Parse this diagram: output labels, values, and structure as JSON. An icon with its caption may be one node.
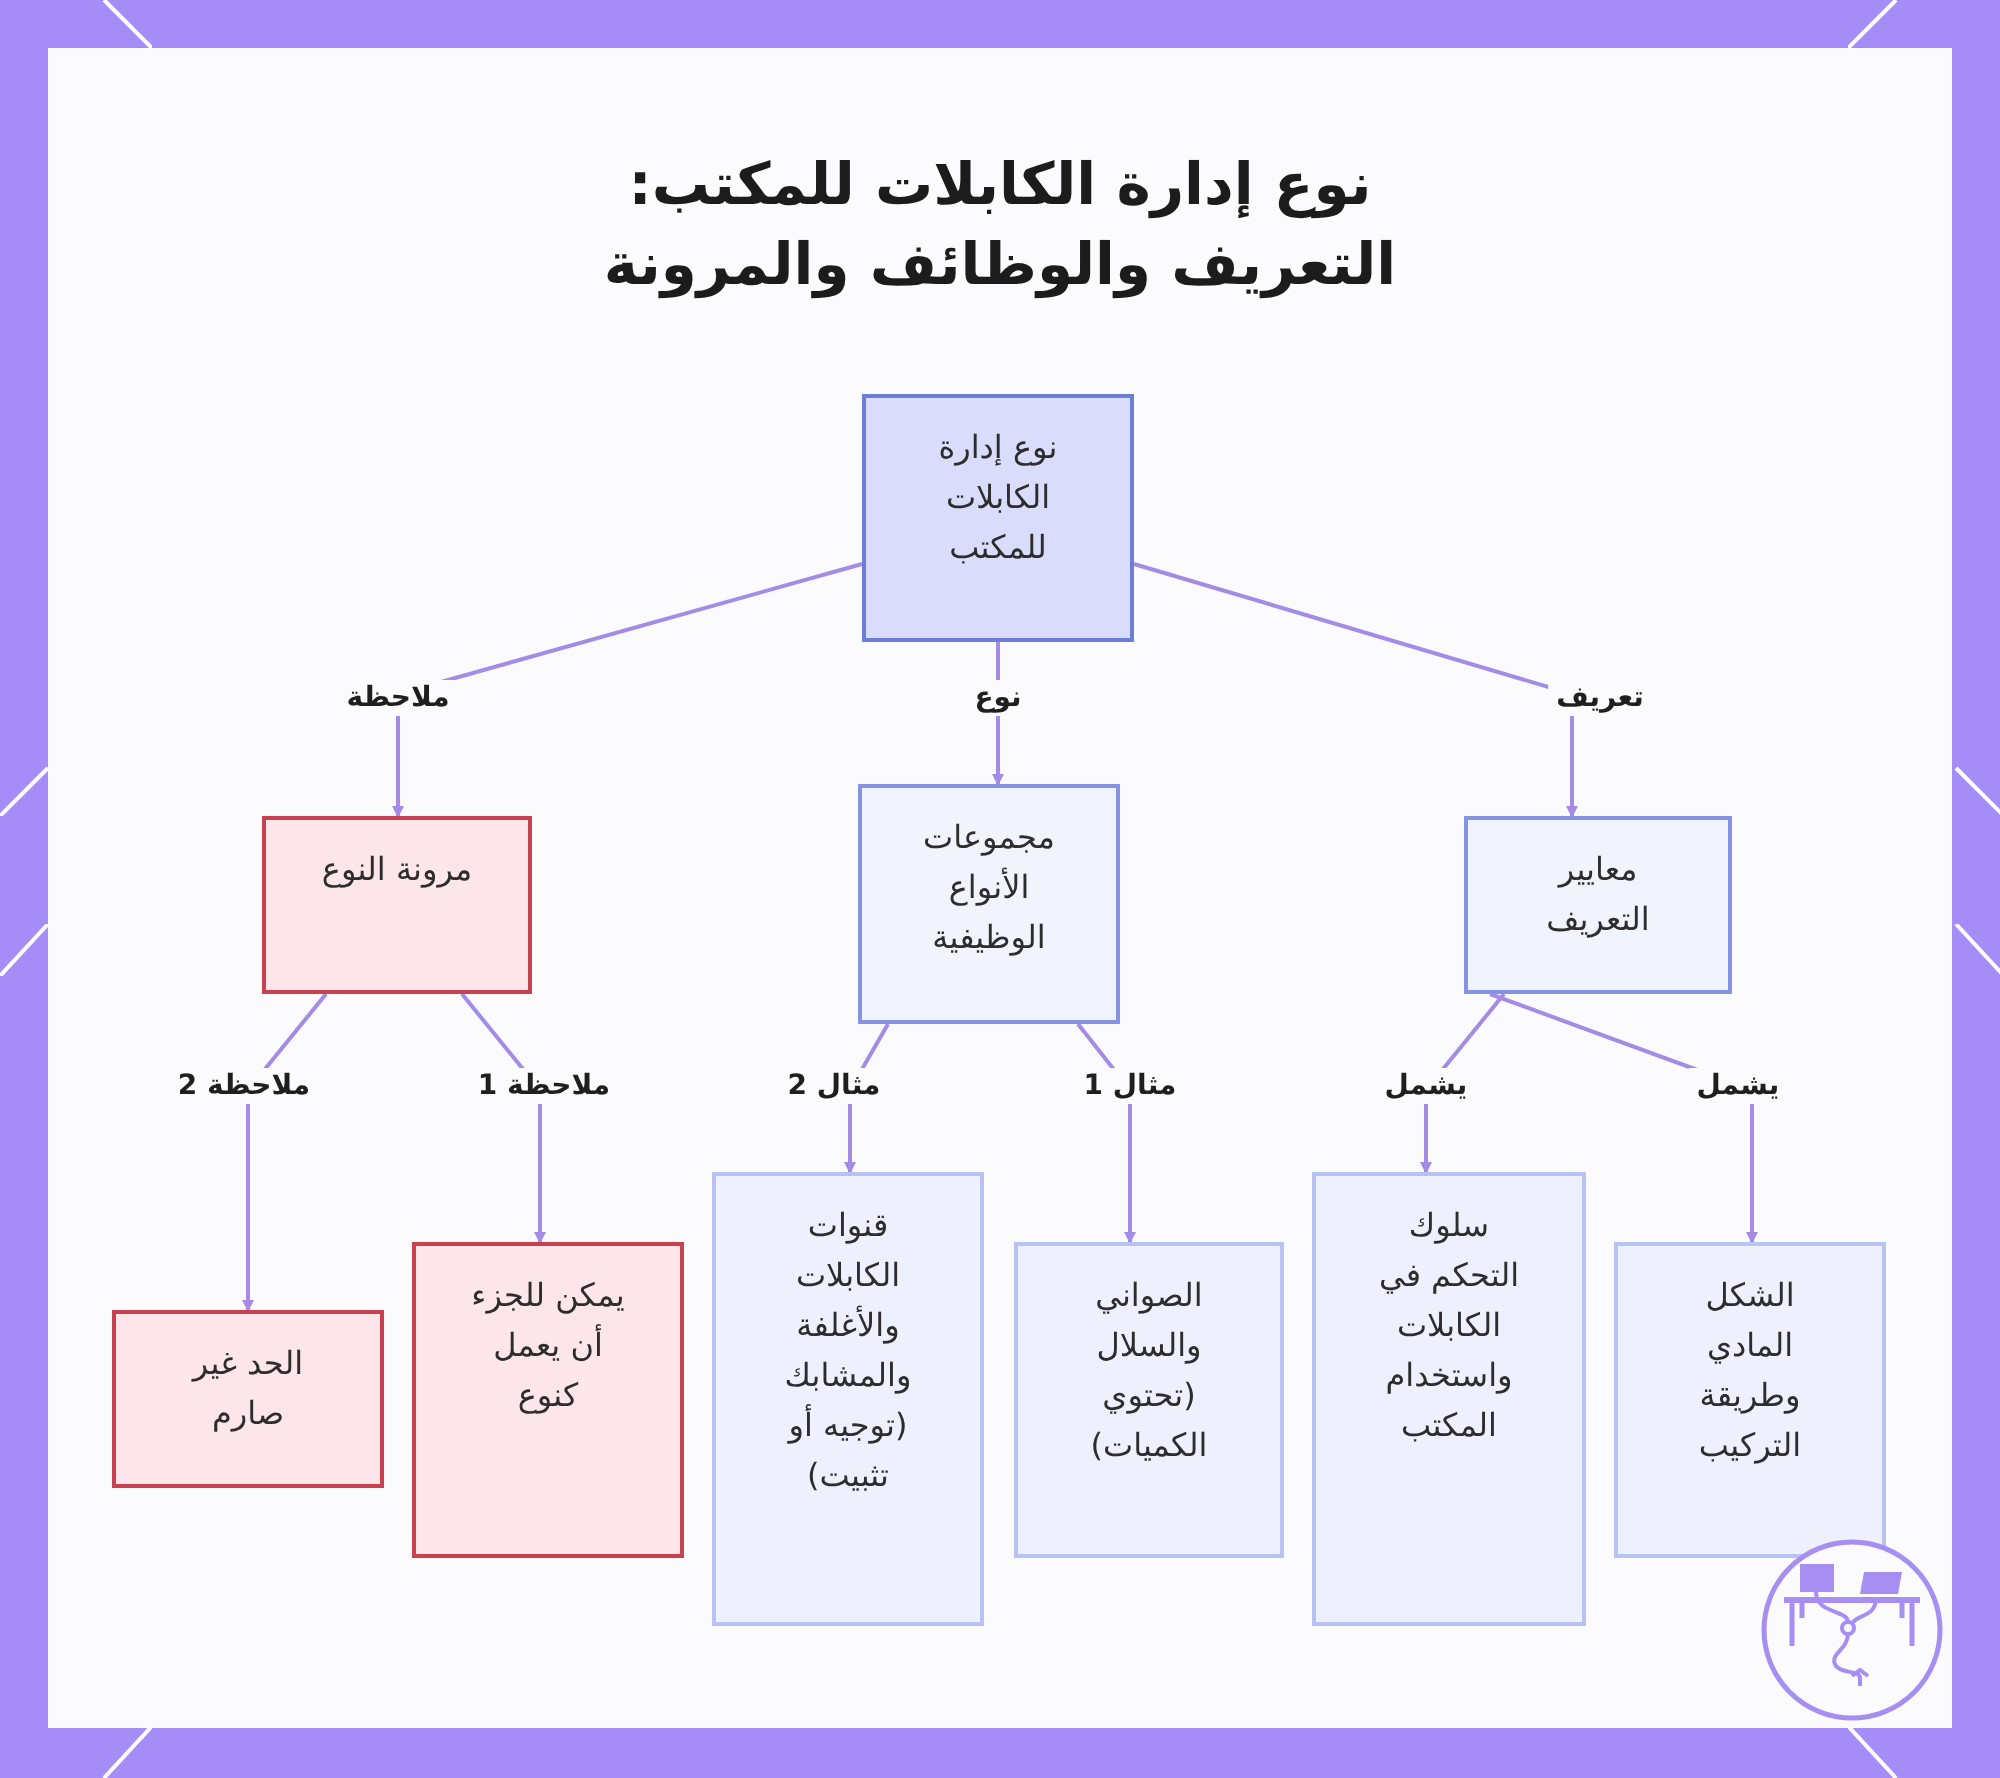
{
  "diagram": {
    "title": "نوع إدارة الكابلات للمكتب: التعريف والوظائف والمرونة",
    "nodes": [
      {
        "text": [
          "نوع إدارة الكابلات للمكتب"
        ]
      },
      {
        "text": [
          "معايير التعريف"
        ]
      },
      {
        "text": [
          "مجموعات الأنواع الوظيفية"
        ]
      },
      {
        "text": [
          "مرونة النوع"
        ]
      },
      {
        "text": [
          "الشكل المادي وطريقة التركيب"
        ]
      },
      {
        "text": [
          "سلوك التحكم في الكابلات واستخدام المكتب"
        ]
      },
      {
        "text": [
          "الصواني والسلال (تحتوي الكميات)"
        ]
      },
      {
        "text": [
          "قنوات الكابلات والأغلفة والمشابك (توجيه أو تثبيت)"
        ]
      },
      {
        "text": [
          "يمكن للجزء أن يعمل كنوع"
        ]
      },
      {
        "text": [
          "الحد غير صارم"
        ]
      }
    ],
    "edges": [
      {
        "from": 0,
        "to": 1,
        "arrow": "to",
        "label": "تعريف"
      },
      {
        "from": 0,
        "to": 2,
        "arrow": "to",
        "label": "نوع"
      },
      {
        "from": 0,
        "to": 3,
        "arrow": "to",
        "label": "ملاحظة"
      },
      {
        "from": 1,
        "to": 4,
        "arrow": "to",
        "label": "يشمل"
      },
      {
        "from": 1,
        "to": 5,
        "arrow": "to",
        "label": "يشمل"
      },
      {
        "from": 2,
        "to": 6,
        "arrow": "to",
        "label": "مثال 1"
      },
      {
        "from": 2,
        "to": 7,
        "arrow": "to",
        "label": "مثال 2"
      },
      {
        "from": 3,
        "to": 8,
        "arrow": "to",
        "label": "ملاحظة 1"
      },
      {
        "from": 3,
        "to": 9,
        "arrow": "to",
        "label": "ملاحظة 2"
      }
    ]
  }
}
